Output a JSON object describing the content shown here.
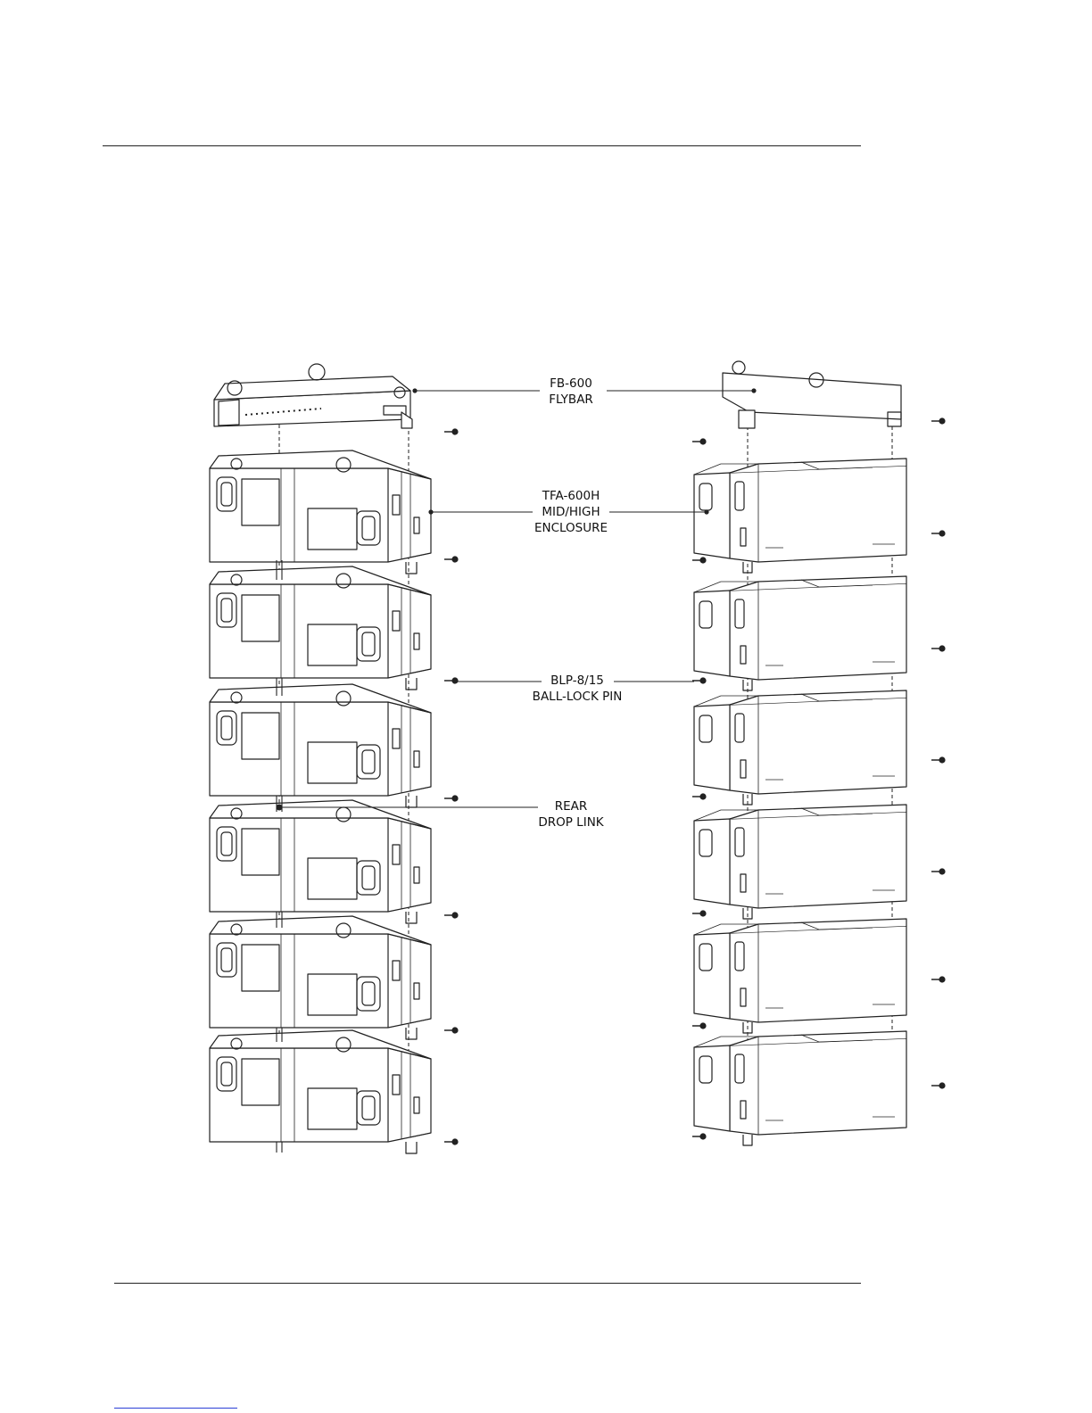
{
  "callouts": {
    "flybar": {
      "line1": "FB-600",
      "line2": "FLYBAR"
    },
    "enclosure": {
      "line1": "TFA-600H",
      "line2": "MID/HIGH",
      "line3": "ENCLOSURE"
    },
    "pin": {
      "line1": "BLP-8/15",
      "line2": "BALL-LOCK PIN"
    },
    "droplink": {
      "line1": "REAR",
      "line2": "DROP LINK"
    }
  },
  "colors": {
    "ink": "#222222",
    "footer_link": "#2a3fd6"
  }
}
